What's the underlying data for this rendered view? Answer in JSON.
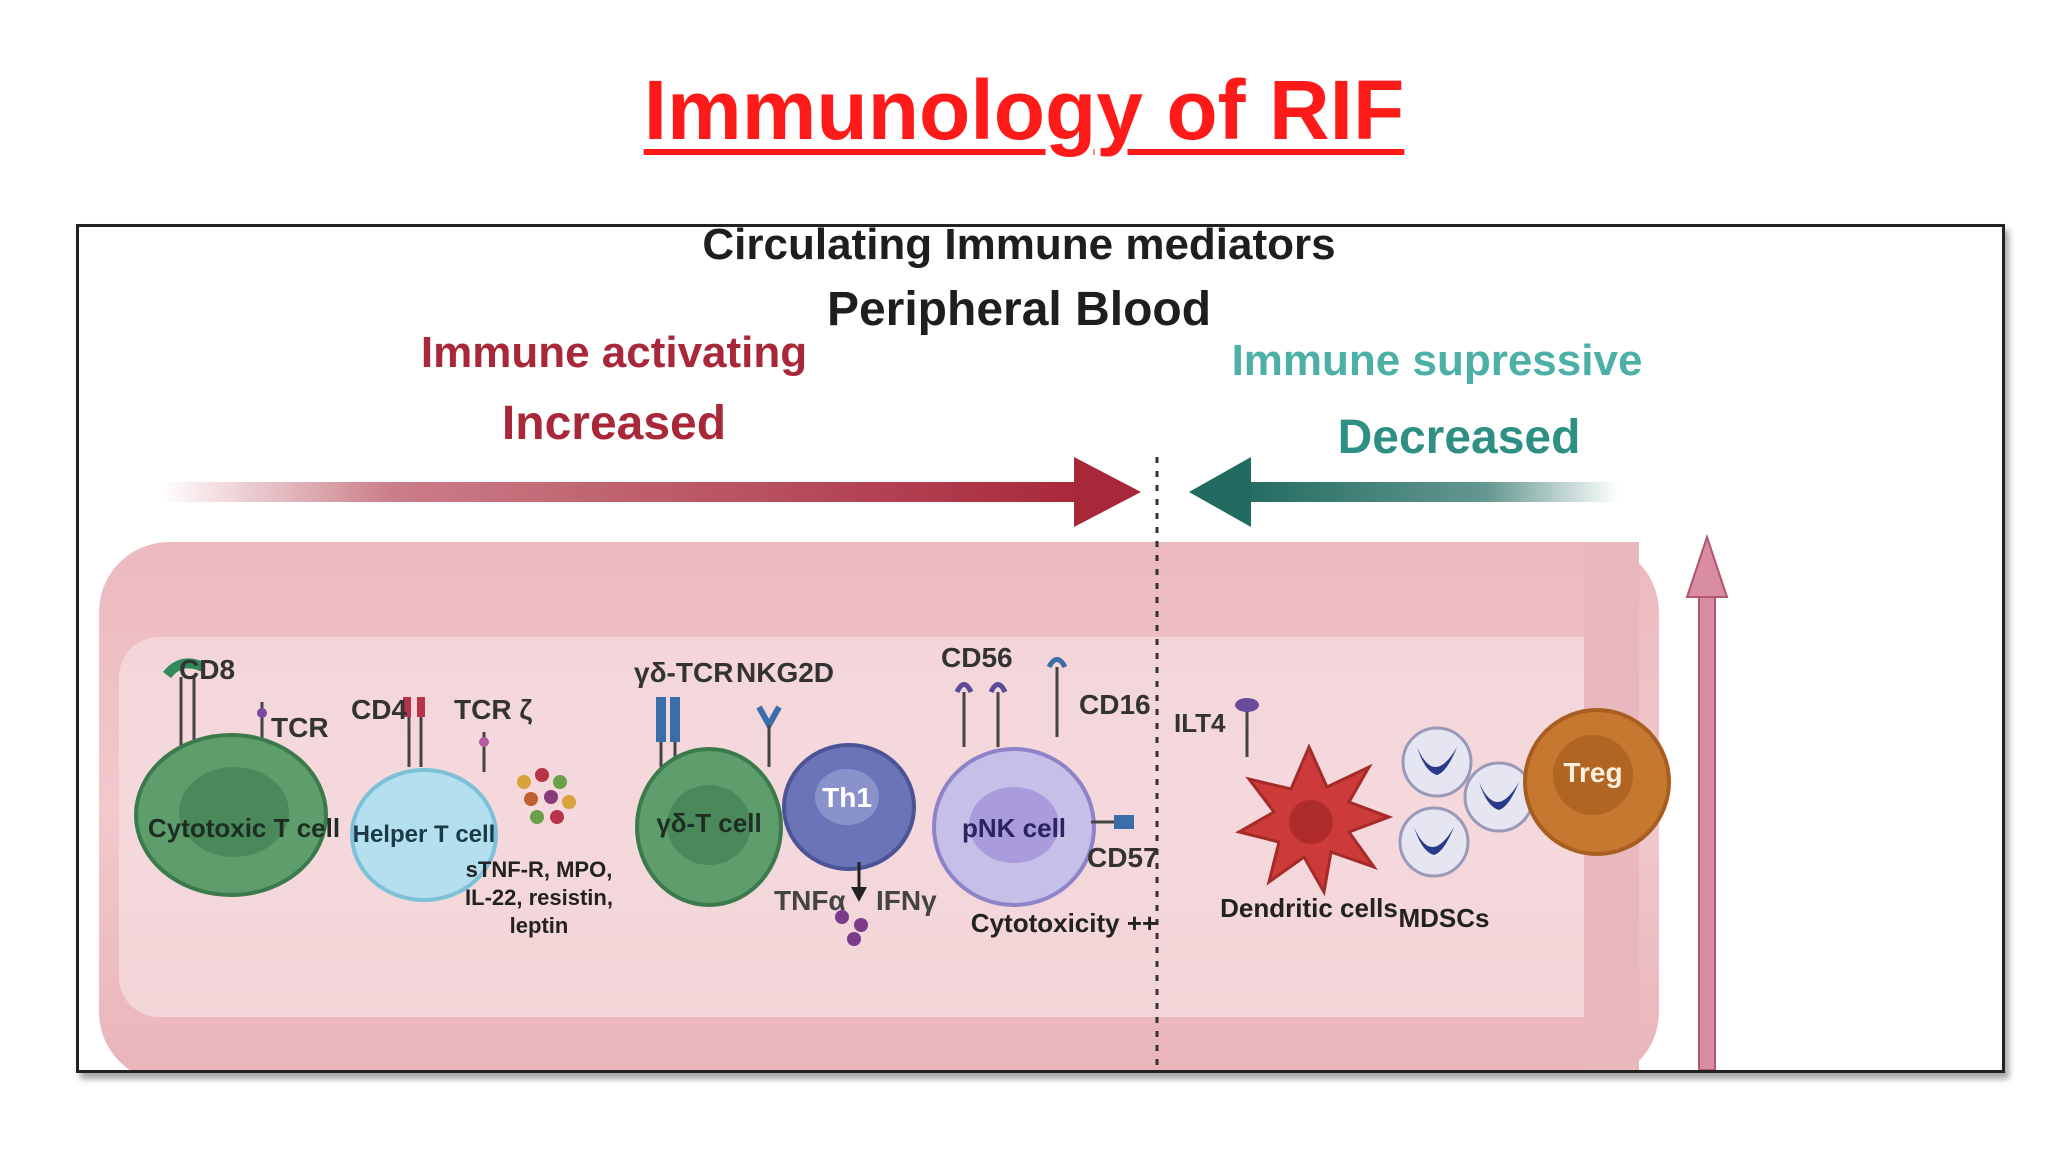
{
  "slide": {
    "title": "Immunology of RIF"
  },
  "figure": {
    "header_line1": "Circulating Immune mediators",
    "header_line2": "Peripheral Blood",
    "left": {
      "line1": "Immune activating",
      "line2": "Increased",
      "color": "#a8283a"
    },
    "right": {
      "line1": "Immune supressive",
      "line2": "Decreased",
      "color": "#2e8f84"
    },
    "markers": {
      "cd8": "CD8",
      "tcr": "TCR",
      "cd4": "CD4",
      "tcr_zeta": "TCR ζ",
      "gd_tcr": "γδ-TCR",
      "nkg2d": "NKG2D",
      "cd56": "CD56",
      "cd16": "CD16",
      "cd57": "CD57",
      "ilt4": "ILT4"
    },
    "cells": {
      "cytotoxic_t": "Cytotoxic T cell",
      "helper_t": "Helper T cell",
      "gd_t": "γδ-T cell",
      "th1": "Th1",
      "pnk": "pNK cell",
      "dendritic": "Dendritic cells",
      "mdscs": "MDSCs",
      "treg": "Treg"
    },
    "annotations": {
      "mediators_1": "sTNF-R, MPO,",
      "mediators_2": "IL-22, resistin,",
      "mediators_3": "leptin",
      "tnfa": "TNFα",
      "ifng": "IFNγ",
      "cytotoxicity": "Cytotoxicity ++"
    }
  }
}
